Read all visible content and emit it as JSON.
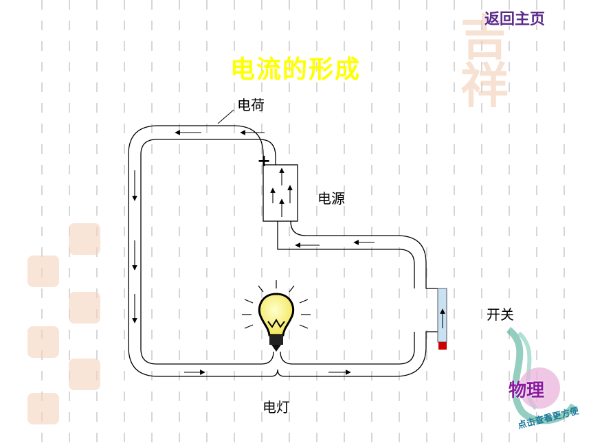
{
  "title": "电流的形成",
  "nav": {
    "home_label": "返回主页"
  },
  "labels": {
    "charge": "电荷",
    "power": "电源",
    "switch": "开关",
    "lamp": "电灯",
    "plus": "+"
  },
  "badge": {
    "subject": "物理",
    "subtitle": "点击查看更方便"
  },
  "colors": {
    "title": "#ffff00",
    "wire": "#000000",
    "switch_tip": "#cc0000",
    "switch_body": "#c9e2f2",
    "bulb": "#f6f077"
  }
}
